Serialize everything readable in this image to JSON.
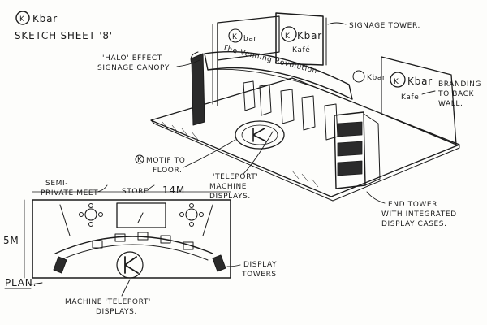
{
  "sheet": {
    "brand": "Kbar",
    "title": "SKETCH SHEET '8'"
  },
  "signage": {
    "tower_brand": "Kbar",
    "tower_subtext": "Kafé",
    "canopy_text": "The Vending Revolution",
    "canopy_brand": "Kbar",
    "back_wall_brand": "Kbar",
    "back_wall_subtext": "Kafe"
  },
  "annotations": {
    "signage_tower": "SIGNAGE TOWER.",
    "halo_line1": "'HALO' EFFECT",
    "halo_line2": "SIGNAGE CANOPY",
    "branding_line1": "BRANDING",
    "branding_line2": "TO BACK",
    "branding_line3": "WALL.",
    "motif_line1": "MOTIF TO",
    "motif_line2": "FLOOR.",
    "teleport_line1": "'TELEPORT'",
    "teleport_line2": "MACHINE",
    "teleport_line3": "DISPLAYS.",
    "end_tower_line1": "END TOWER",
    "end_tower_line2": "WITH INTEGRATED",
    "end_tower_line3": "DISPLAY CASES."
  },
  "plan": {
    "semi_private_line1": "SEMI-",
    "semi_private_line2": "PRIVATE MEET",
    "store_label": "STORE",
    "width_dim": "14M",
    "depth_dim": "5M",
    "plan_label": "PLAN.",
    "display_towers_line1": "DISPLAY",
    "display_towers_line2": "TOWERS",
    "machine_line1": "MACHINE 'TELEPORT'",
    "machine_line2": "DISPLAYS."
  }
}
